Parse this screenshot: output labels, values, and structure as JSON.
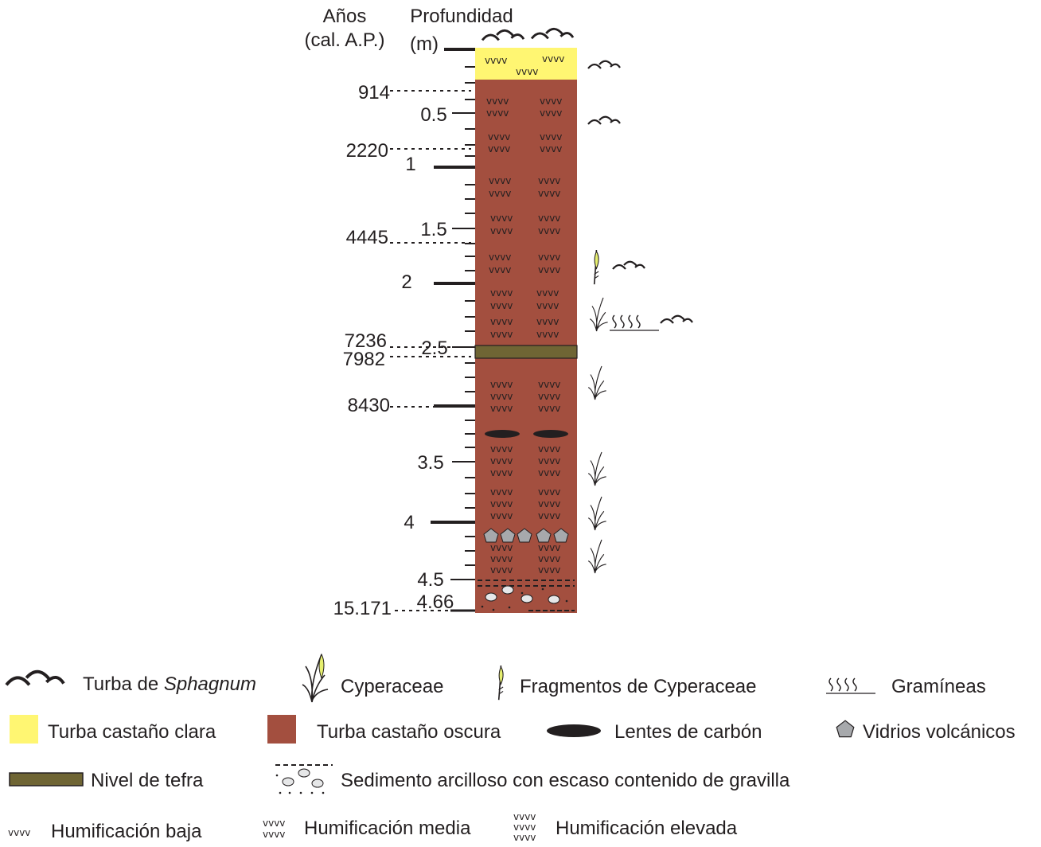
{
  "header": {
    "age_line1": "Años",
    "age_line2": "(cal. A.P.)",
    "depth_line1": "Profundidad",
    "depth_line2": "(m)"
  },
  "depth_labels": [
    "0.5",
    "1",
    "1.5",
    "2",
    "2.5",
    "3.5",
    "4",
    "4.5",
    "4.66"
  ],
  "age_labels": [
    "914",
    "2220",
    "4445",
    "7236",
    "7982",
    "8430",
    "15.171"
  ],
  "layers": [
    {
      "name": "Turba castaño clara",
      "color": "#fff672"
    },
    {
      "name": "Turba castaño oscura",
      "color": "#a34f3f"
    },
    {
      "name": "Nivel de tefra",
      "color": "#6f6534"
    },
    {
      "name": "Lentes de carbón",
      "color": "#231f20"
    },
    {
      "name": "Vidrios volcánicos",
      "color": "#a7a9ac"
    }
  ],
  "legend": {
    "sphagnum_prefix": "Turba de ",
    "sphagnum_italic": "Sphagnum",
    "cyperaceae": "Cyperaceae",
    "fragmentos": "Fragmentos de Cyperaceae",
    "gramineas": "Gramíneas",
    "turba_clara": "Turba castaño clara",
    "turba_oscura": "Turba castaño oscura",
    "carbon": "Lentes de carbón",
    "vidrios": "Vidrios volcánicos",
    "tefra": "Nivel de tefra",
    "sedimento": "Sedimento arcilloso con escaso contenido de gravilla",
    "hum_baja": "Humificación baja",
    "hum_media": "Humificación media",
    "hum_elevada": "Humificación elevada"
  },
  "symbols": {
    "v_row": "vvvv"
  }
}
